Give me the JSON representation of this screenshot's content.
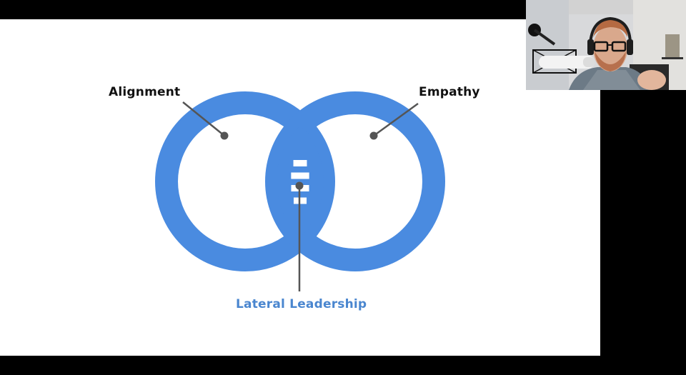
{
  "slide": {
    "labels": {
      "left": "Alignment",
      "right": "Empathy",
      "intersection": "Lateral Leadership"
    },
    "colors": {
      "ring": "#4a8be0",
      "intersection_text": "#4a86cf",
      "pointer": "#555555"
    }
  },
  "webcam": {
    "icons": [
      "person-video-icon",
      "microphone-icon",
      "headphones-icon"
    ]
  }
}
